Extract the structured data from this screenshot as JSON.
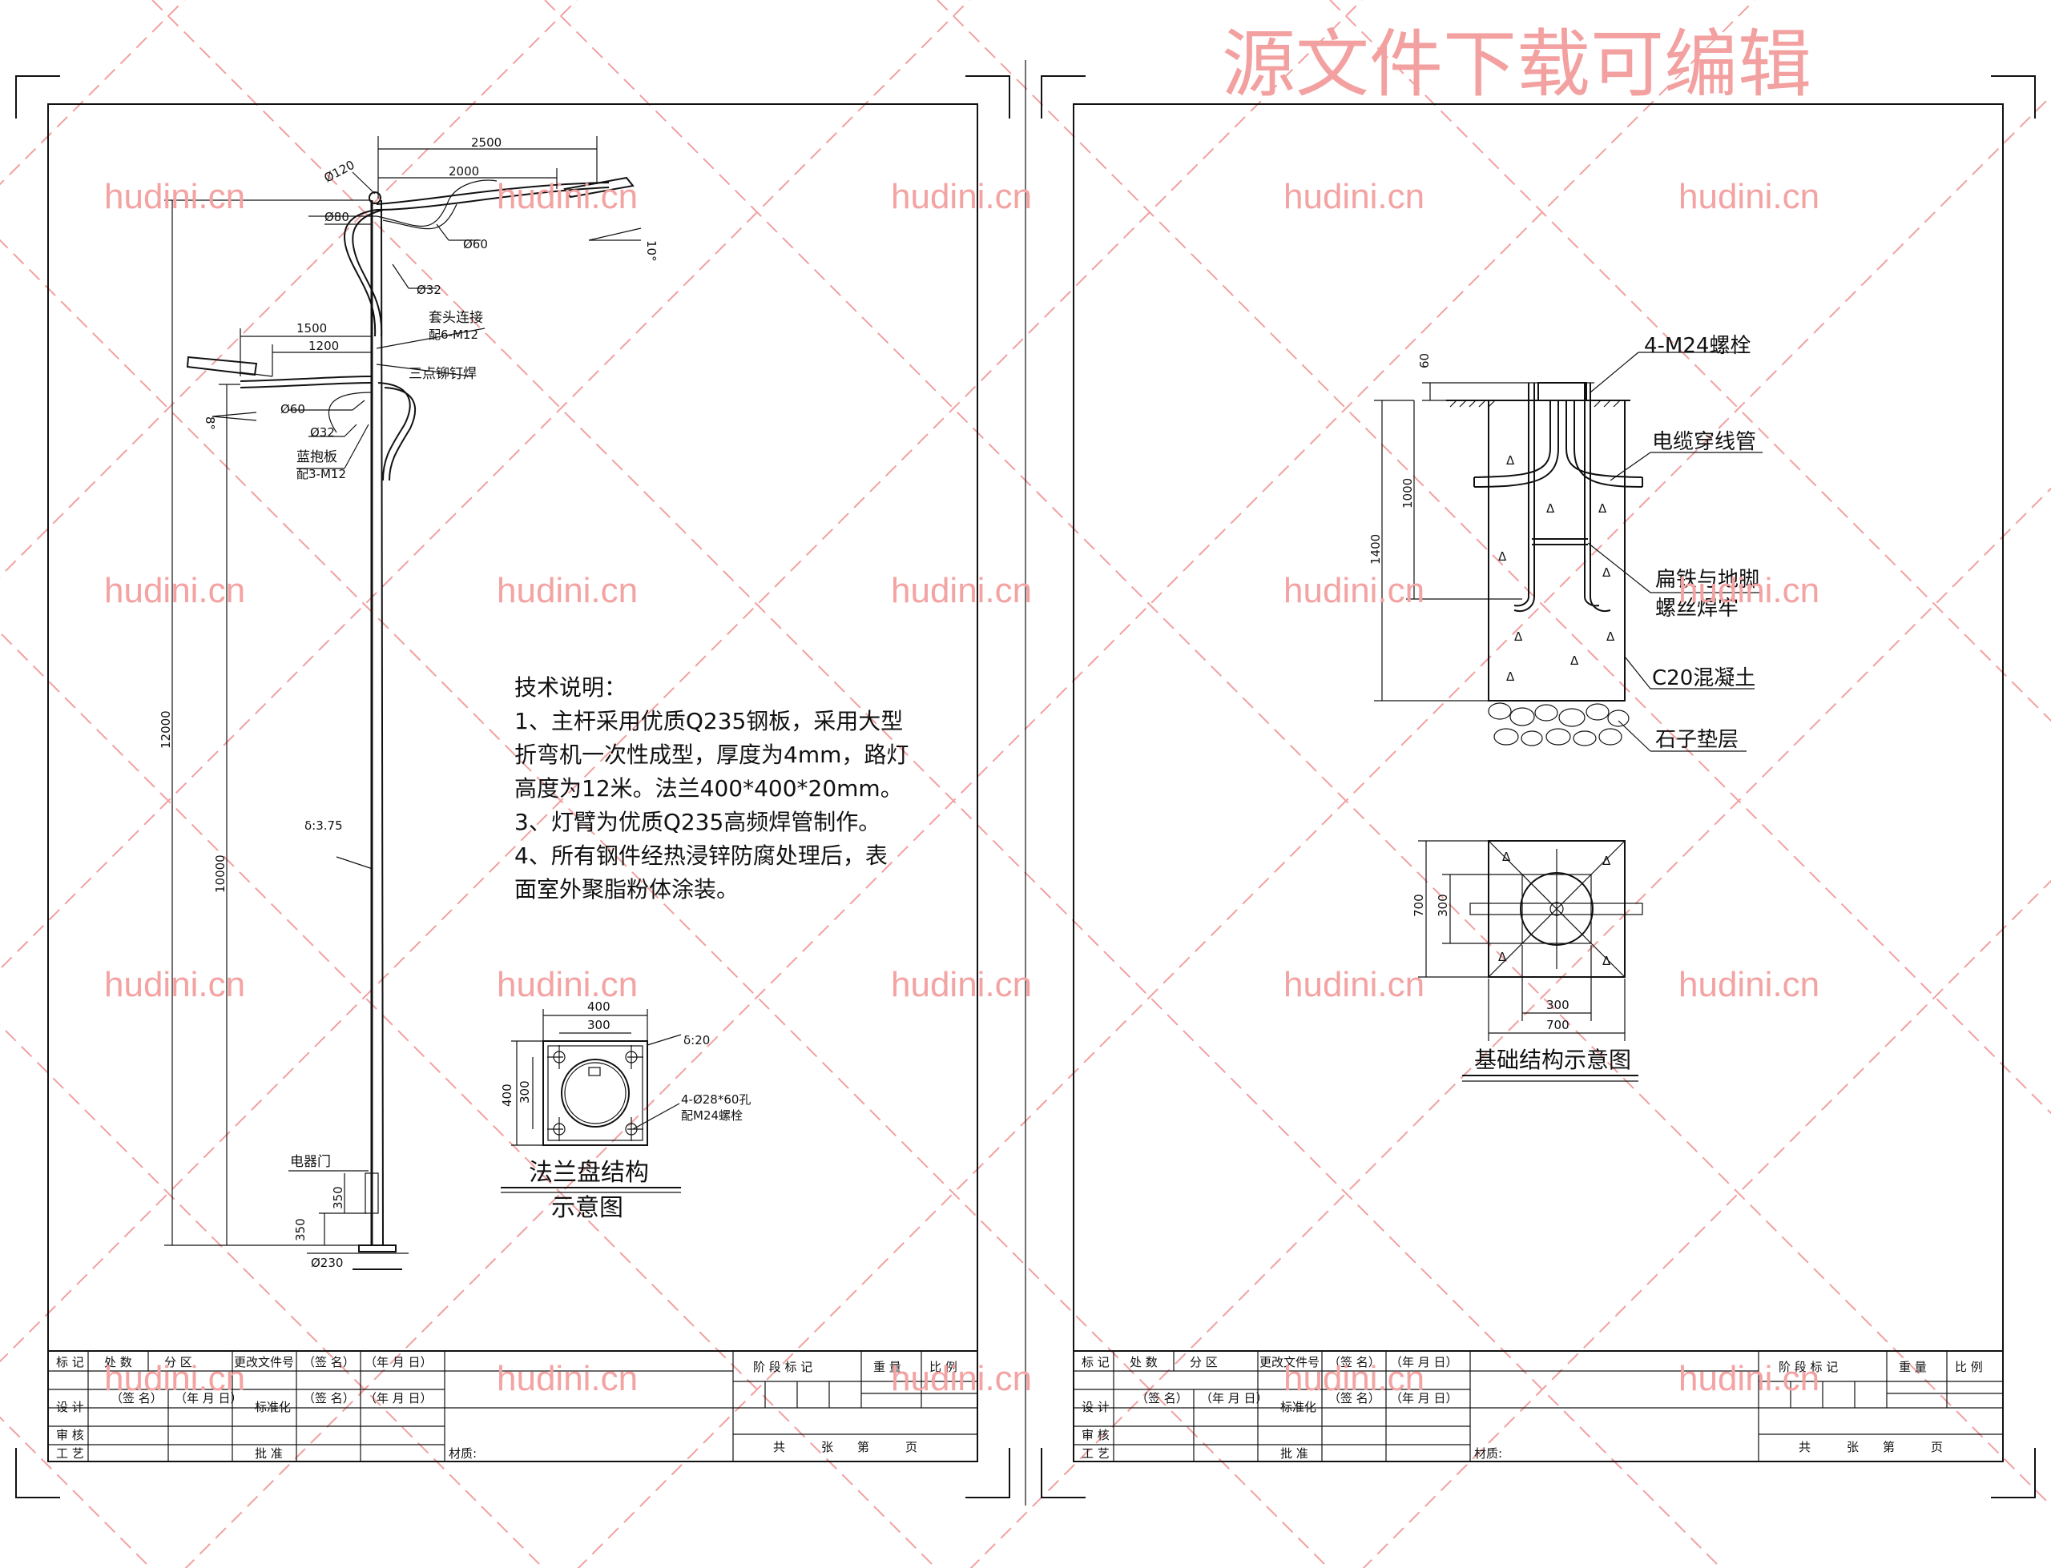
{
  "watermark": {
    "top_text": "源文件下载可编辑",
    "site": "hudini.cn"
  },
  "left_sheet": {
    "pole_dims": {
      "d120": "Ø120",
      "d80": "Ø80",
      "len2500": "2500",
      "len2000": "2000",
      "d60_top": "Ø60",
      "d32_top": "Ø32",
      "angle10": "10°",
      "sleeve_joint": "套头连接",
      "sleeve_bolt": "配6-M12",
      "len1500": "1500",
      "len1200": "1200",
      "three_point": "三点铆钉焊",
      "angle8": "8°",
      "d60_low": "Ø60",
      "d32_low": "Ø32",
      "clamp_plate": "蓝抱板",
      "clamp_bolt": "配3-M12",
      "h12000": "12000",
      "h10000": "10000",
      "thick375": "δ:3.75",
      "door": "电器门",
      "h350a": "350",
      "h350b": "350",
      "d230": "Ø230"
    },
    "notes": {
      "title": "技术说明：",
      "line1": "1、主杆采用优质Q235钢板，采用大型",
      "line2": "折弯机一次性成型，厚度为4mm，路灯",
      "line3": "高度为12米。法兰400*400*20mm。",
      "line4": "3、灯臂为优质Q235高频焊管制作。",
      "line5": "4、所有钢件经热浸锌防腐处理后，表",
      "line6": "面室外聚脂粉体涂装。"
    },
    "flange": {
      "w400": "400",
      "w300": "300",
      "h400": "400",
      "h300": "300",
      "thick20": "δ:20",
      "holes": "4-Ø28*60孔",
      "bolts": "配M24螺栓",
      "caption1": "法兰盘结构",
      "caption2": "示意图"
    }
  },
  "right_sheet": {
    "foundation": {
      "bolts": "4-M24螺栓",
      "conduit": "电缆穿线管",
      "weld1": "扁铁与地脚",
      "weld2": "螺丝焊牢",
      "concrete": "C20混凝土",
      "gravel": "石子垫层",
      "h60": "60",
      "h1000": "1000",
      "h1400": "1400"
    },
    "plan": {
      "h700": "700",
      "h300": "300",
      "w300": "300",
      "w700": "700",
      "caption": "基础结构示意图"
    }
  },
  "title_block": {
    "mark": "标 记",
    "count": "处 数",
    "zone": "分 区",
    "change_doc": "更改文件号",
    "sign": "（签 名）",
    "date": "（年 月 日）",
    "design": "设 计",
    "standard": "标准化",
    "stage": "阶 段 标 记",
    "weight": "重 量",
    "scale": "比 例",
    "review": "审 核",
    "craft": "工 艺",
    "approve": "批 准",
    "material": "材质:",
    "total": "共",
    "sheets": "张",
    "no": "第",
    "page": "页"
  }
}
